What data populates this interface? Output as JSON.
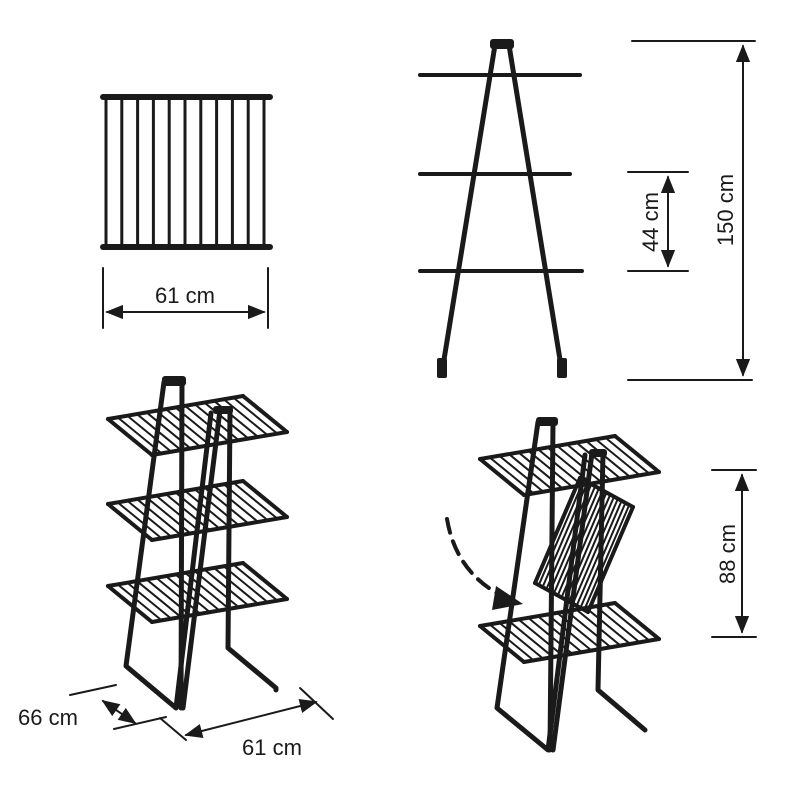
{
  "dimensions": {
    "top_width": "61 cm",
    "total_height": "150 cm",
    "shelf_spacing": "44 cm",
    "base_depth": "66 cm",
    "base_width": "61 cm",
    "folded_height": "88 cm"
  },
  "colors": {
    "line": "#1a1a1a",
    "background": "#ffffff"
  }
}
